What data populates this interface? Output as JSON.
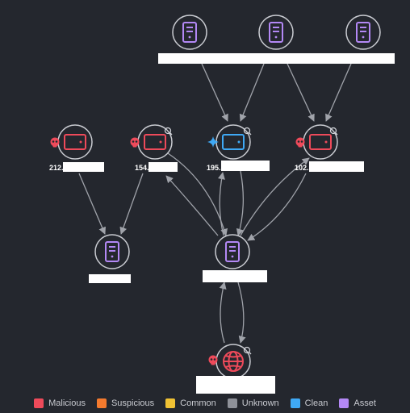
{
  "colors": {
    "background": "#24272e",
    "edge": "#a0a3aa",
    "node_ring": "#c9cbd1",
    "asset": "#b388f5",
    "malicious": "#ee4a5a",
    "clean": "#3fa9f5",
    "redacted": "#ffffff"
  },
  "nodes": [
    {
      "id": "top-asset-1",
      "kind": "asset"
    },
    {
      "id": "top-asset-2",
      "kind": "asset"
    },
    {
      "id": "top-asset-3",
      "kind": "asset"
    },
    {
      "id": "device-212",
      "kind": "device",
      "status": "malicious",
      "label_prefix": "212.",
      "badge": "skull-icon",
      "searchable": false
    },
    {
      "id": "device-154",
      "kind": "device",
      "status": "malicious",
      "label_prefix": "154.",
      "badge": "skull-icon",
      "searchable": true
    },
    {
      "id": "device-195",
      "kind": "device",
      "status": "clean",
      "label_prefix": "195.",
      "badge": "sparkle-icon",
      "searchable": true
    },
    {
      "id": "device-102",
      "kind": "device",
      "status": "malicious",
      "label_prefix": "102.",
      "badge": "skull-icon",
      "searchable": true
    },
    {
      "id": "asset-left",
      "kind": "asset"
    },
    {
      "id": "asset-center",
      "kind": "asset"
    },
    {
      "id": "web-node",
      "kind": "globe",
      "status": "malicious",
      "badge": "skull-icon",
      "searchable": true
    }
  ],
  "legend": [
    {
      "label": "Malicious",
      "color": "#ee4a5a"
    },
    {
      "label": "Suspicious",
      "color": "#f47a2e"
    },
    {
      "label": "Common",
      "color": "#f0c234"
    },
    {
      "label": "Unknown",
      "color": "#8e9199"
    },
    {
      "label": "Clean",
      "color": "#3fa9f5"
    },
    {
      "label": "Asset",
      "color": "#b388f5"
    }
  ]
}
